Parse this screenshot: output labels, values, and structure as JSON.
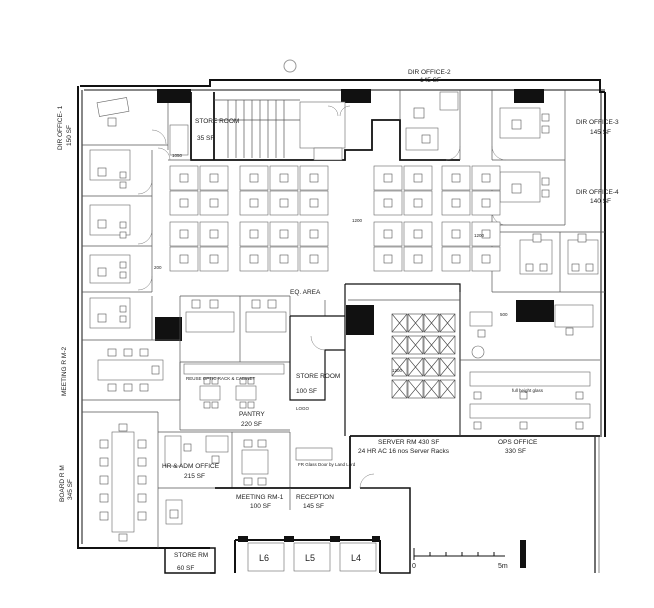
{
  "rooms": {
    "dir_office_2": {
      "name": "DIR OFFICE-2",
      "area": "145 SF"
    },
    "dir_office_1": {
      "name": "DIR OFFICE- 1",
      "area": "150 SF"
    },
    "dir_office_3": {
      "name": "DIR OFFICE-3",
      "area": "145 SF"
    },
    "dir_office_4": {
      "name": "DIR OFFICE-4",
      "area": "140 SF"
    },
    "store_room_top": {
      "name": "STORE ROOM",
      "area": "35 SF"
    },
    "eq_area": {
      "name": "EQ. AREA"
    },
    "store_room_mid": {
      "name": "STORE ROOM",
      "area": "100 SF"
    },
    "pantry": {
      "name": "PANTRY",
      "area": "220 SF"
    },
    "meeting_rm_2": {
      "name": "MEETING R M-2"
    },
    "board_rm": {
      "name": "BOARD R M",
      "area": "345 SF"
    },
    "hr_adm": {
      "name": "HR & ADM OFFICE",
      "area": "215 SF"
    },
    "meeting_rm_1": {
      "name": "MEETING RM-1",
      "area": "100 SF"
    },
    "reception": {
      "name": "RECEPTION",
      "area": "145 SF"
    },
    "store_rm_bottom": {
      "name": "STORE RM",
      "area": "60 SF"
    },
    "server_rm": {
      "name": "SERVER RM 430 SF",
      "note": "24 HR AC 16 nos Server Racks"
    },
    "ops_office": {
      "name": "OPS OFFICE",
      "area": "330 SF"
    }
  },
  "lifts": [
    "L6",
    "L5",
    "L4"
  ],
  "scale": {
    "start": "0",
    "end": "5m"
  },
  "annotations": {
    "reuse": "REUSE OPTIC RACK & CABINET",
    "logo": "LOGO",
    "full_height_glass": "full height glass",
    "fr_glass_door": "FR Glass Door by Land Lord",
    "dim_1050": "1050",
    "dim_1200a": "1200",
    "dim_1200b": "1200",
    "dim_200": "200",
    "dim_500": "500",
    "dim_1200c": "1200"
  }
}
